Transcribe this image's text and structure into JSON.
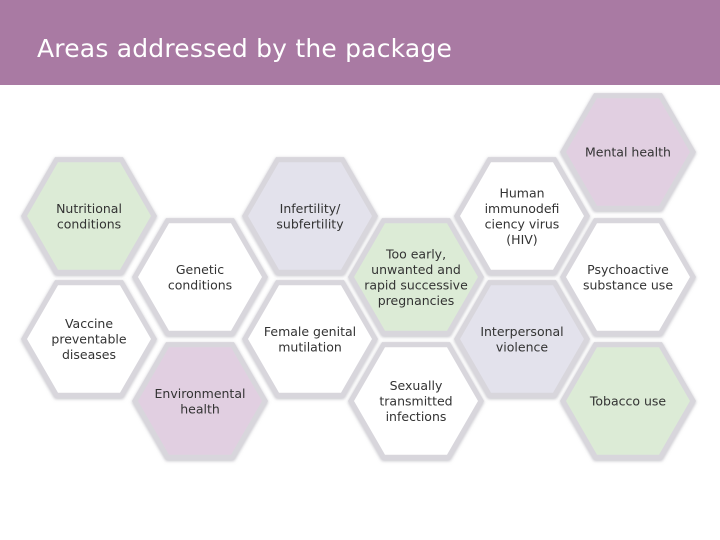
{
  "title": "Areas addressed by the package",
  "colors": {
    "header": "#a97aa3",
    "green": "#dcebd6",
    "purple": "#e1cfe1",
    "lavender": "#e3e2ec",
    "white": "#ffffff",
    "hex_border": "#d8d6dc"
  },
  "areas": [
    {
      "id": "nutritional-conditions",
      "lines": [
        "Nutritional",
        "conditions"
      ],
      "fill": "green"
    },
    {
      "id": "genetic-conditions",
      "lines": [
        "Genetic",
        "conditions"
      ],
      "fill": "white"
    },
    {
      "id": "vaccine-preventable-diseases",
      "lines": [
        "Vaccine",
        "preventable",
        "diseases"
      ],
      "fill": "white"
    },
    {
      "id": "environmental-health",
      "lines": [
        "Environmental",
        "health"
      ],
      "fill": "purple"
    },
    {
      "id": "infertility-subfertility",
      "lines": [
        "Infertility/",
        "subfertility"
      ],
      "fill": "lavender"
    },
    {
      "id": "female-genital-mutilation",
      "lines": [
        "Female genital",
        "mutilation"
      ],
      "fill": "white"
    },
    {
      "id": "too-early-pregnancies",
      "lines": [
        "Too early,",
        "unwanted and",
        "rapid successive",
        "pregnancies"
      ],
      "fill": "green"
    },
    {
      "id": "sexually-transmitted-infections",
      "lines": [
        "Sexually",
        "transmitted",
        "infections"
      ],
      "fill": "white"
    },
    {
      "id": "human-immunodeficiency-virus",
      "lines": [
        "Human",
        "immunodefi",
        "ciency virus",
        "(HIV)"
      ],
      "fill": "white"
    },
    {
      "id": "interpersonal-violence",
      "lines": [
        "Interpersonal",
        "violence"
      ],
      "fill": "lavender"
    },
    {
      "id": "mental-health",
      "lines": [
        "Mental health"
      ],
      "fill": "purple"
    },
    {
      "id": "psychoactive-substance-use",
      "lines": [
        "Psychoactive",
        "substance use"
      ],
      "fill": "white"
    },
    {
      "id": "tobacco-use",
      "lines": [
        "Tobacco use"
      ],
      "fill": "green"
    }
  ]
}
